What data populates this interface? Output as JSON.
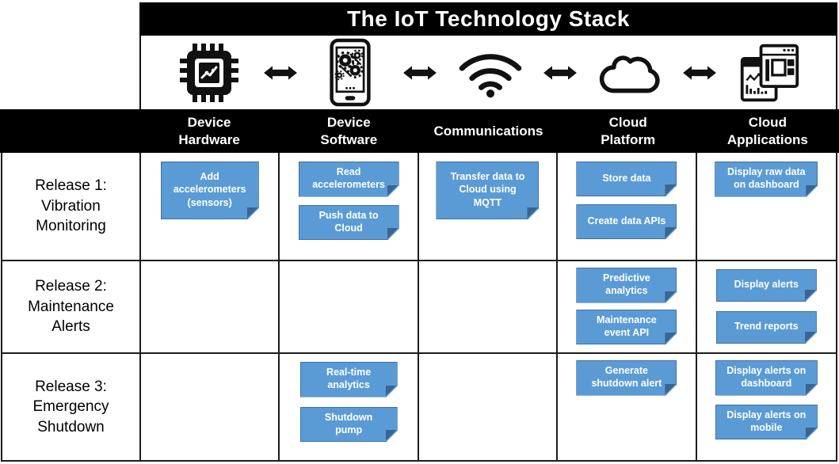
{
  "title": "The IoT Technology Stack",
  "colors": {
    "banner_bg": "#000000",
    "banner_text": "#ffffff",
    "note_fill": "#5b9bd5",
    "note_border": "#41719c",
    "note_fold": "#3a6590",
    "note_text": "#ffffff",
    "grid_line": "#1c1c1c"
  },
  "columns": [
    {
      "label": "Device\nHardware",
      "icon": "microchip-icon"
    },
    {
      "label": "Device\nSoftware",
      "icon": "smartphone-gears-icon"
    },
    {
      "label": "Communications",
      "icon": "wifi-icon"
    },
    {
      "label": "Cloud\nPlatform",
      "icon": "cloud-icon"
    },
    {
      "label": "Cloud\nApplications",
      "icon": "dashboard-windows-icon"
    }
  ],
  "connector_icon": "double-arrow-icon",
  "releases": [
    {
      "label": "Release 1:\nVibration\nMonitoring",
      "device_hardware": [
        "Add\naccelerometers\n(sensors)"
      ],
      "device_software": [
        "Read\naccelerometers",
        "Push data to\nCloud"
      ],
      "communications": [
        "Transfer data to\nCloud using\nMQTT"
      ],
      "cloud_platform": [
        "Store data",
        "Create data APIs"
      ],
      "cloud_applications": [
        "Display raw data\non dashboard"
      ]
    },
    {
      "label": "Release 2:\nMaintenance\nAlerts",
      "cloud_platform": [
        "Predictive\nanalytics",
        "Maintenance\nevent API"
      ],
      "cloud_applications": [
        "Display alerts",
        "Trend reports"
      ]
    },
    {
      "label": "Release 3:\nEmergency\nShutdown",
      "device_software": [
        "Real-time\nanalytics",
        "Shutdown\npump"
      ],
      "cloud_platform": [
        "Generate\nshutdown alert"
      ],
      "cloud_applications": [
        "Display alerts on\ndashboard",
        "Display alerts on\nmobile"
      ]
    }
  ]
}
